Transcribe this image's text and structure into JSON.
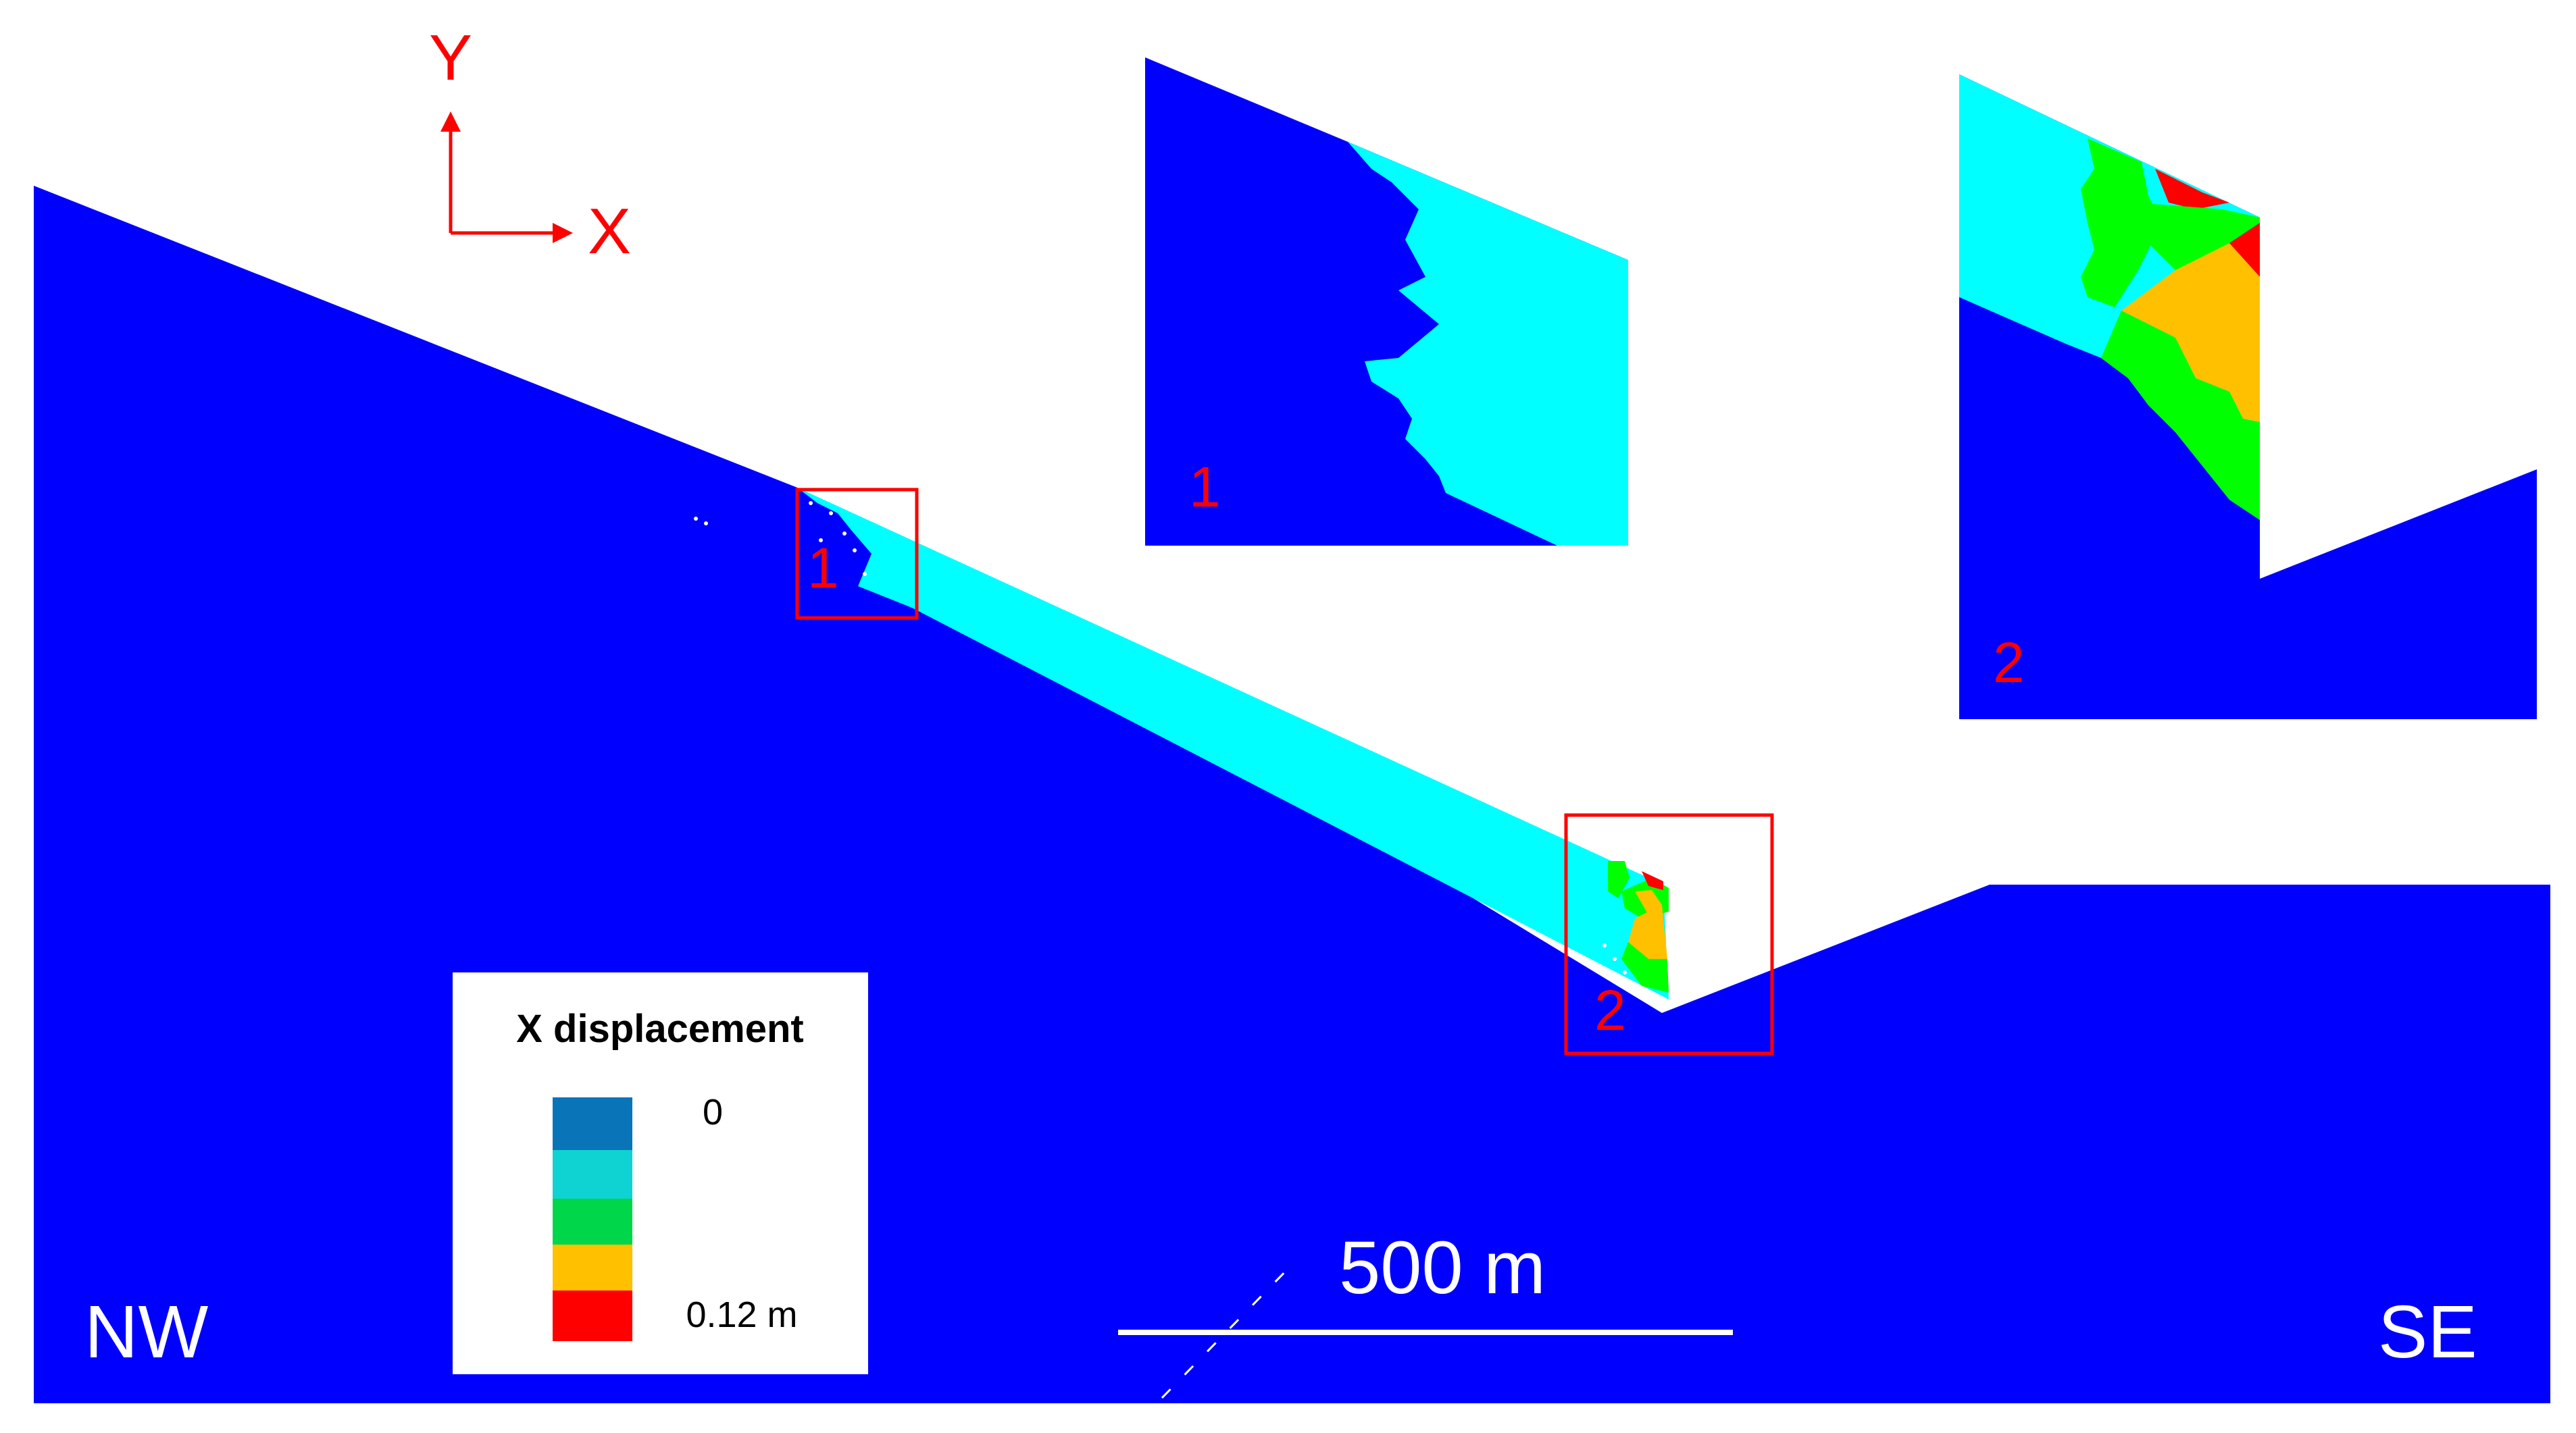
{
  "axes": {
    "y_label": "Y",
    "x_label": "X"
  },
  "directions": {
    "left": "NW",
    "right": "SE"
  },
  "zoom_labels": {
    "box1": "1",
    "box2": "2",
    "inset1": "1",
    "inset2": "2"
  },
  "scale_bar": {
    "label": "500 m"
  },
  "legend": {
    "title": "X displacement",
    "min_label": "0",
    "max_label": "0.12 m",
    "colors": [
      "#0a74b8",
      "#0fd2d2",
      "#00d64a",
      "#ffc000",
      "#ff0000"
    ]
  },
  "colors": {
    "ground": "#0000ff",
    "slide_mass": "#00ffff",
    "annotation": "#ff0000",
    "green": "#00ff00",
    "orange": "#ffc000",
    "red": "#ff0000",
    "text_white": "#ffffff"
  }
}
